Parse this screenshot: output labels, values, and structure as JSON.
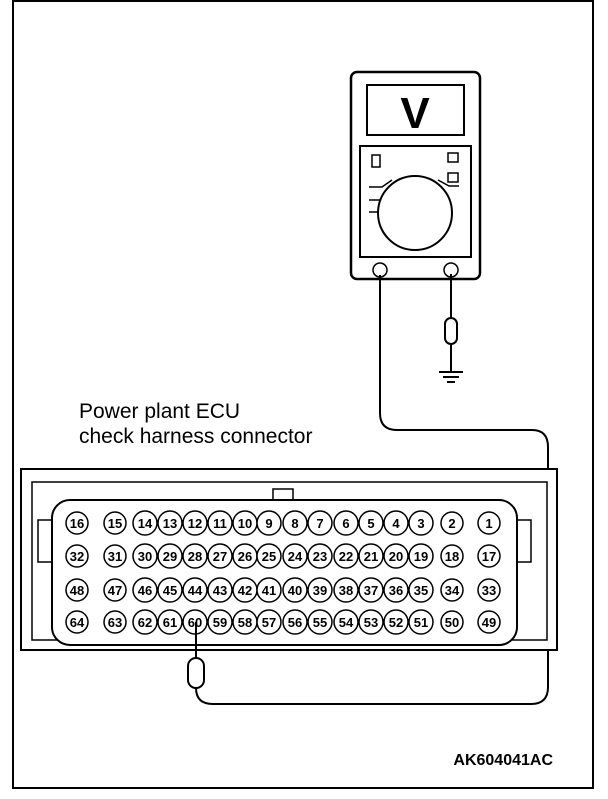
{
  "diagram": {
    "label_line1": "Power plant ECU",
    "label_line2": "check harness connector",
    "code": "AK604041AC",
    "meter_display_symbol": "V",
    "pin_rows": [
      [
        "16",
        "15",
        "14",
        "13",
        "12",
        "11",
        "10",
        "9",
        "8",
        "7",
        "6",
        "5",
        "4",
        "3",
        "2",
        "1"
      ],
      [
        "32",
        "31",
        "30",
        "29",
        "28",
        "27",
        "26",
        "25",
        "24",
        "23",
        "22",
        "21",
        "20",
        "19",
        "18",
        "17"
      ],
      [
        "48",
        "47",
        "46",
        "45",
        "44",
        "43",
        "42",
        "41",
        "40",
        "39",
        "38",
        "37",
        "36",
        "35",
        "34",
        "33"
      ],
      [
        "64",
        "63",
        "62",
        "61",
        "60",
        "59",
        "58",
        "57",
        "56",
        "55",
        "54",
        "53",
        "52",
        "51",
        "50",
        "49"
      ]
    ],
    "probe_pin": "60",
    "icons": [
      "voltmeter-icon",
      "ground-icon",
      "probe-icon",
      "connector-icon"
    ]
  }
}
